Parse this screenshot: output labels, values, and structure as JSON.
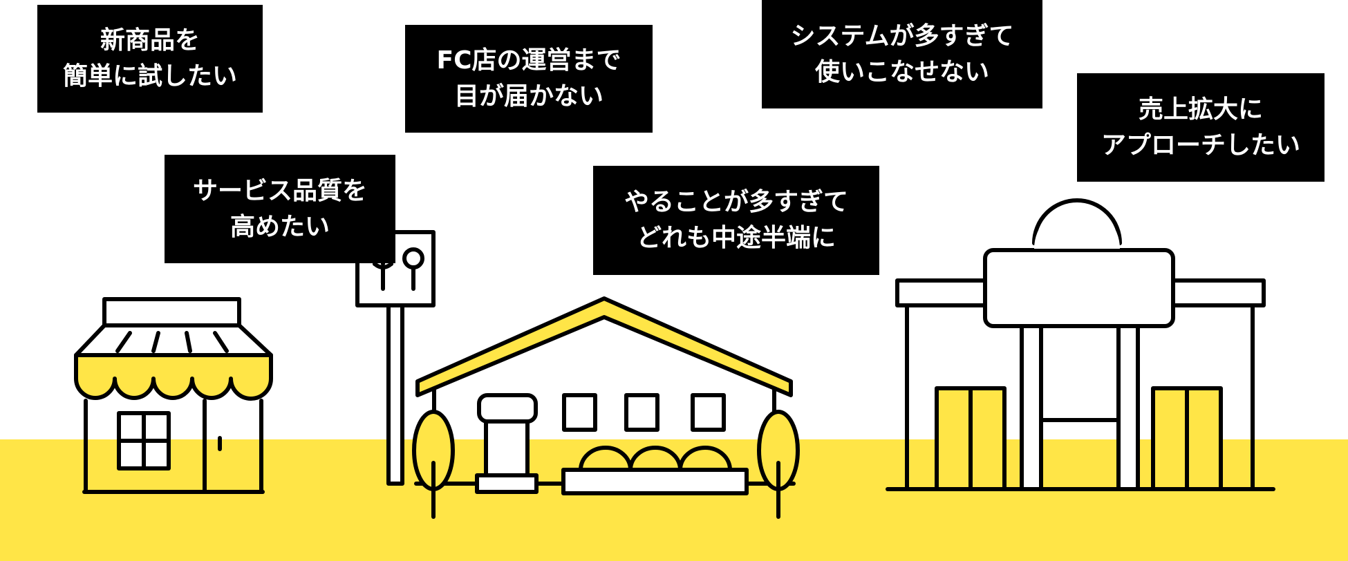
{
  "colors": {
    "accent_yellow": "#FFE547",
    "ink": "#000000",
    "background": "#FFFFFF"
  },
  "bubbles": [
    {
      "id": "new-products",
      "lines": [
        "新商品を",
        "簡単に試したい"
      ]
    },
    {
      "id": "fc-management",
      "lines": [
        "FC店の運営まで",
        "目が届かない"
      ]
    },
    {
      "id": "too-many-systems",
      "lines": [
        "システムが多すぎて",
        "使いこなせない"
      ]
    },
    {
      "id": "sales-expansion",
      "lines": [
        "売上拡大に",
        "アプローチしたい"
      ]
    },
    {
      "id": "service-quality",
      "lines": [
        "サービス品質を",
        "高めたい"
      ]
    },
    {
      "id": "too-much-to-do",
      "lines": [
        "やることが多すぎて",
        "どれも中途半端に"
      ]
    }
  ],
  "icons": [
    "shop-awning-icon",
    "restaurant-sign-icon",
    "restaurant-house-icon",
    "tree-icon",
    "large-store-icon"
  ]
}
